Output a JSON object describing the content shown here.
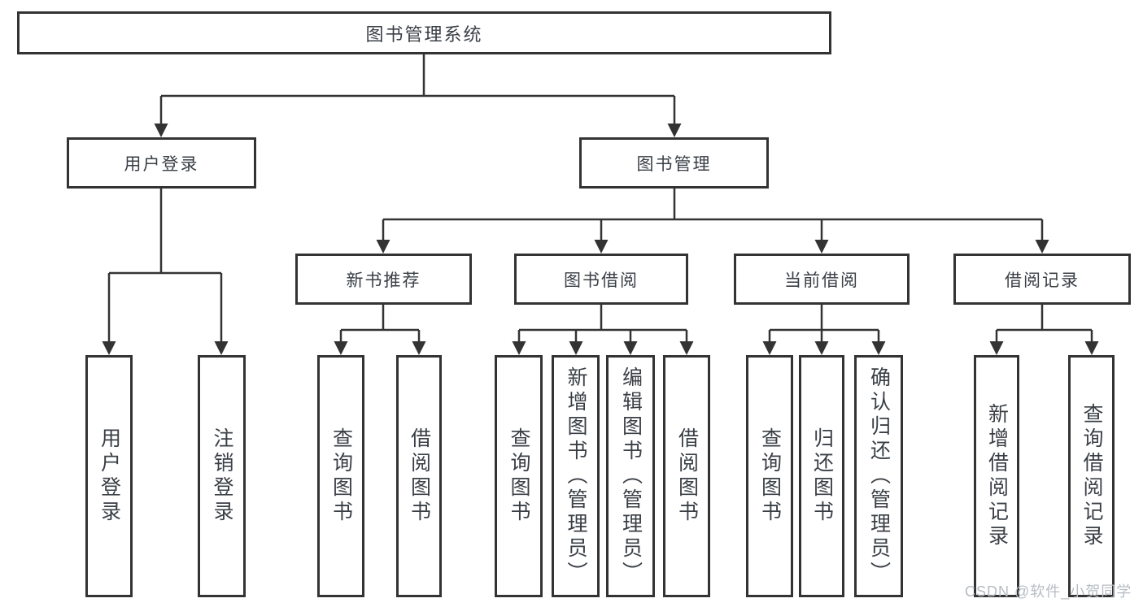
{
  "diagram_title": "图书管理系统",
  "tree": {
    "label": "图书管理系统",
    "children": [
      {
        "label": "用户登录",
        "children": [
          {
            "label": "用户登录"
          },
          {
            "label": "注销登录"
          }
        ]
      },
      {
        "label": "图书管理",
        "children": [
          {
            "label": "新书推荐",
            "children": [
              {
                "label": "查询图书"
              },
              {
                "label": "借阅图书"
              }
            ]
          },
          {
            "label": "图书借阅",
            "children": [
              {
                "label": "查询图书"
              },
              {
                "label": "新增图书（管理员）"
              },
              {
                "label": "编辑图书（管理员）"
              },
              {
                "label": "借阅图书"
              }
            ]
          },
          {
            "label": "当前借阅",
            "children": [
              {
                "label": "查询图书"
              },
              {
                "label": "归还图书"
              },
              {
                "label": "确认归还（管理员）"
              }
            ]
          },
          {
            "label": "借阅记录",
            "children": [
              {
                "label": "新增借阅记录"
              },
              {
                "label": "查询借阅记录"
              }
            ]
          }
        ]
      }
    ]
  },
  "watermark": "CSDN @软件_小贺同学",
  "colors": {
    "line": "#333333",
    "box_border": "#333333",
    "text": "#3a3f46",
    "watermark": "#b7bcc2",
    "background": "#ffffff"
  }
}
